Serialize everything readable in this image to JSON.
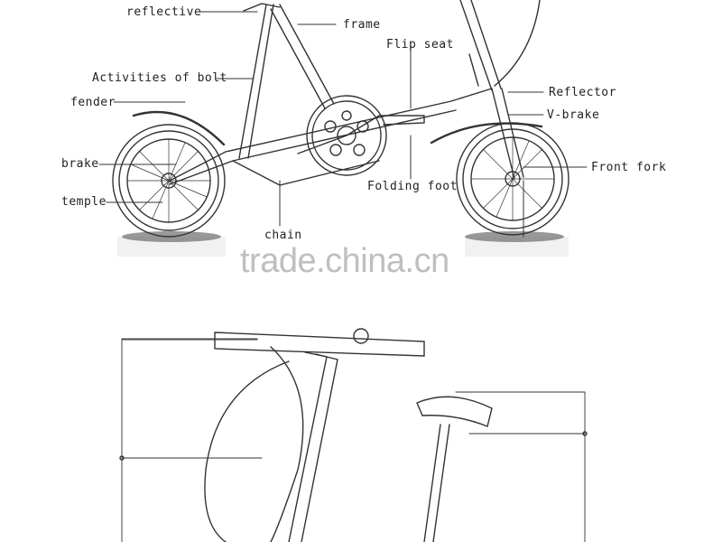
{
  "labels": {
    "reflective": "reflective",
    "frame": "frame",
    "flip_seat": "Flip seat",
    "activities_of_bolt": "Activities of bolt",
    "reflector": "Reflector",
    "fender": "fender",
    "v_brake": "V-brake",
    "brake": "brake",
    "front_fork": "Front fork",
    "folding_foot": "Folding foot",
    "temple": "temple",
    "chain": "chain"
  },
  "watermark": "trade.china.cn",
  "colors": {
    "line": "#333333",
    "label": "#222222",
    "shadow": "#555555",
    "watermark": "#bfbfbf"
  }
}
